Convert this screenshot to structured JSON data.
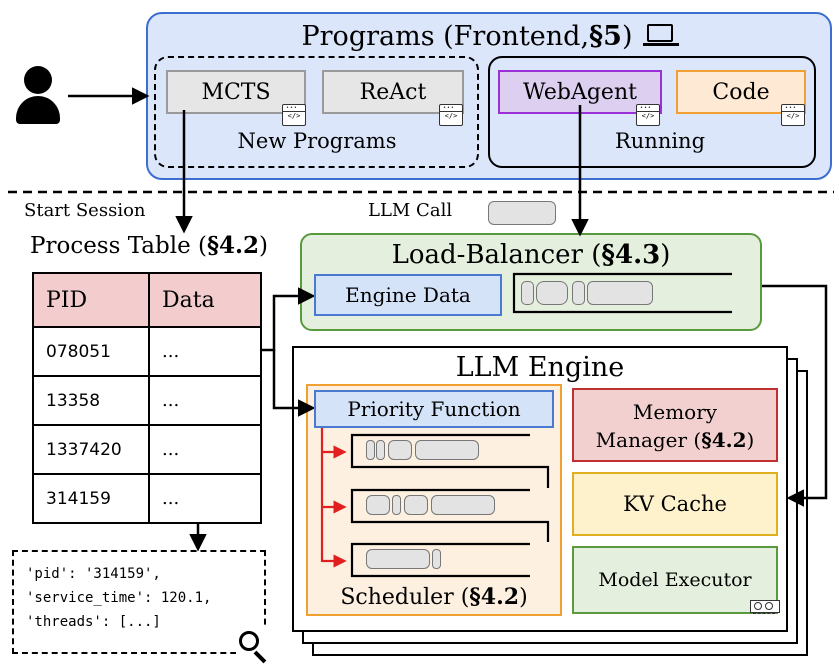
{
  "frontend": {
    "title": "Programs (Frontend, ",
    "section": "§5",
    "title_close": ")",
    "new_programs": {
      "label": "New Programs",
      "items": [
        "MCTS",
        "ReAct"
      ]
    },
    "running": {
      "label": "Running",
      "items": [
        "WebAgent",
        "Code"
      ]
    },
    "code_badge_symbol": "</>"
  },
  "labels": {
    "start_session": "Start Session",
    "llm_call": "LLM Call"
  },
  "process_table": {
    "title": "Process Table (",
    "section": "§4.2",
    "title_close": ")",
    "headers": [
      "PID",
      "Data"
    ],
    "rows": [
      {
        "pid": "078051",
        "data": "..."
      },
      {
        "pid": "13358",
        "data": "..."
      },
      {
        "pid": "1337420",
        "data": "..."
      },
      {
        "pid": "314159",
        "data": "..."
      }
    ]
  },
  "record_popup": {
    "lines": [
      "'pid': '314159',",
      "'service_time': 120.1,",
      "'threads': [...]"
    ]
  },
  "load_balancer": {
    "title": "Load-Balancer (",
    "section": "§4.3",
    "title_close": ")",
    "engine_data": "Engine Data"
  },
  "llm_engine": {
    "title": "LLM Engine",
    "priority_function": "Priority Function",
    "scheduler": {
      "title": "Scheduler (",
      "section": "§4.2",
      "title_close": ")"
    },
    "memory_manager": {
      "line1": "Memory",
      "line2": "Manager (",
      "section": "§4.2",
      "close": ")"
    },
    "kv_cache": "KV Cache",
    "model_executor": "Model Executor"
  },
  "colors": {
    "frontend_bg": "#dbe6fa",
    "frontend_border": "#3b6ecf",
    "webagent_bg": "#dccff0",
    "webagent_border": "#9b30d9",
    "code_bg": "#fde9d4",
    "code_border": "#f0a030",
    "table_header": "#f3cdcd",
    "lb_bg": "#e4f0dd",
    "lb_border": "#5a9a3f",
    "blue_box": "#d5e3f8",
    "blue_border": "#4a79d0",
    "scheduler_bg": "#fdf0e0",
    "scheduler_border": "#f0a030",
    "memory_bg": "#f3d0d0",
    "memory_border": "#c03030",
    "kv_bg": "#fdf2cc",
    "kv_border": "#e0b020",
    "executor_bg": "#e4f0dd",
    "executor_border": "#5a9a3f",
    "arrow_red": "#e02020"
  },
  "icons": [
    "user-icon",
    "laptop-icon",
    "code-window-icon",
    "magnifier-icon",
    "gpu-card-icon"
  ]
}
